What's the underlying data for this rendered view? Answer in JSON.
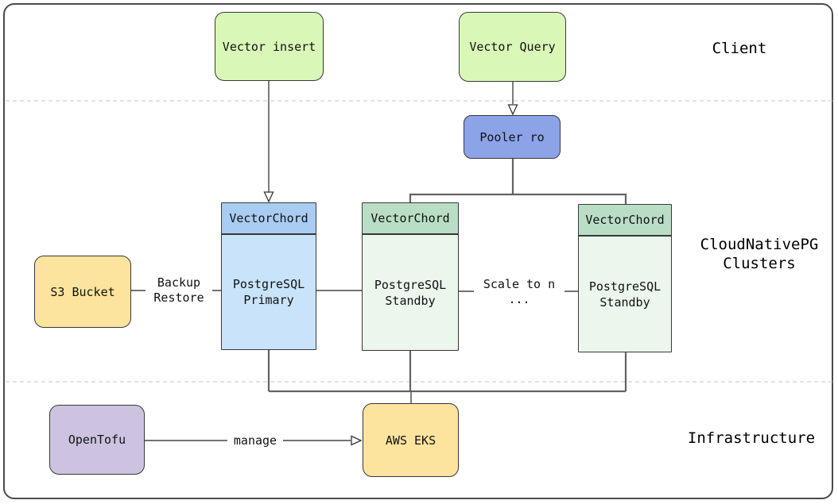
{
  "sections": {
    "client": {
      "label": "Client"
    },
    "cloudnativepg": {
      "label_line1": "CloudNativePG",
      "label_line2": "Clusters"
    },
    "infrastructure": {
      "label": "Infrastructure"
    }
  },
  "nodes": {
    "vector_insert": {
      "label": "Vector insert",
      "fill": "#d9f7b7"
    },
    "vector_query": {
      "label": "Vector Query",
      "fill": "#d9f7b7"
    },
    "pooler_ro": {
      "label": "Pooler ro",
      "fill": "#8ca3e8"
    },
    "primary": {
      "header": "VectorChord",
      "body_line1": "PostgreSQL",
      "body_line2": "Primary",
      "header_fill": "#a9cdf2",
      "body_fill": "#c9e3fa"
    },
    "standby1": {
      "header": "VectorChord",
      "body_line1": "PostgreSQL",
      "body_line2": "Standby",
      "header_fill": "#b9dec5",
      "body_fill": "#ebf6ed"
    },
    "standby2": {
      "header": "VectorChord",
      "body_line1": "PostgreSQL",
      "body_line2": "Standby",
      "header_fill": "#b9dec5",
      "body_fill": "#ebf6ed"
    },
    "s3_bucket": {
      "label": "S3 Bucket",
      "fill": "#fce49e"
    },
    "opentofu": {
      "label": "OpenTofu",
      "fill": "#cdc3e0"
    },
    "aws_eks": {
      "label": "AWS EKS",
      "fill": "#fce49e"
    }
  },
  "edge_labels": {
    "backup_restore_line1": "Backup",
    "backup_restore_line2": "Restore",
    "scale_line1": "Scale to n",
    "scale_line2": "...",
    "manage": "manage"
  },
  "colors": {
    "frame_border": "#4a4a4a",
    "divider": "#d0d0d0",
    "thin_line": "#454545",
    "thick_line": "#636363",
    "arrowhead_fill": "#ffffff",
    "text": "#111111"
  }
}
